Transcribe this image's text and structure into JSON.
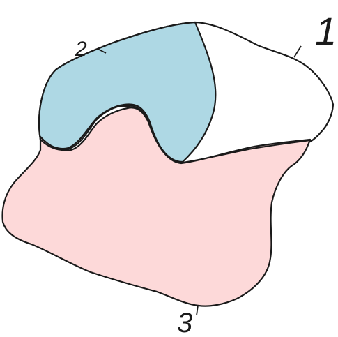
{
  "diagram": {
    "labels": [
      {
        "id": "label-1",
        "text": "1"
      },
      {
        "id": "label-2",
        "text": "2"
      },
      {
        "id": "label-3",
        "text": "3"
      }
    ],
    "colors": {
      "region_1": "#ffffff",
      "region_2": "#aed8e4",
      "region_3": "#fdd9d9",
      "outline": "#1a1a1a"
    }
  }
}
